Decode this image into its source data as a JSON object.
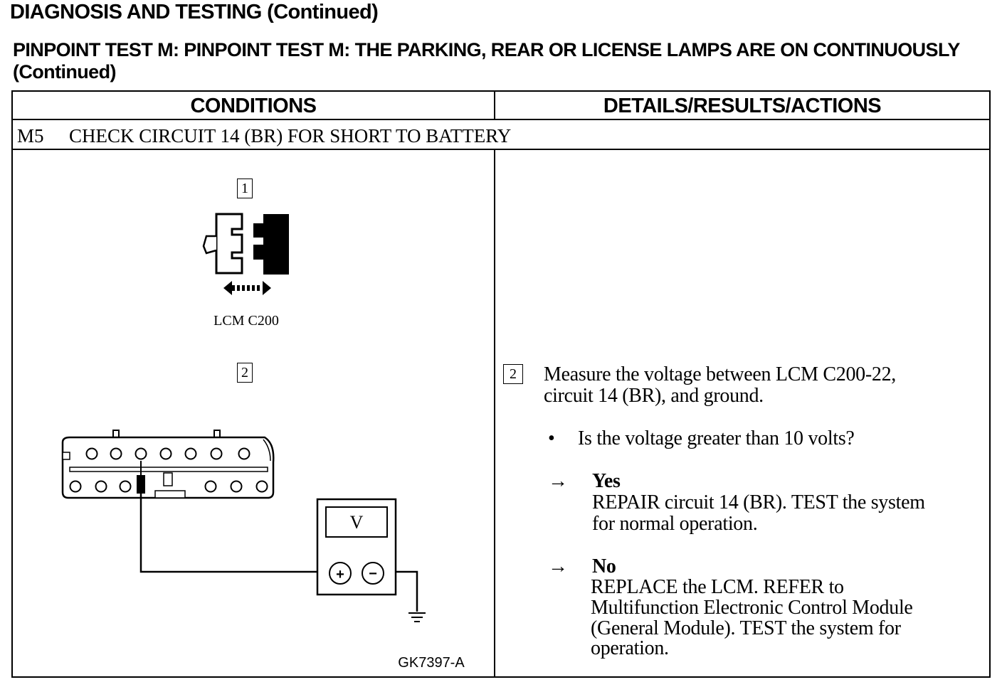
{
  "header": {
    "title": "DIAGNOSIS AND TESTING (Continued)",
    "test_title": "PINPOINT TEST M:  PINPOINT TEST M: THE PARKING, REAR OR LICENSE LAMPS ARE ON CONTINUOUSLY (Continued)"
  },
  "table": {
    "col_conditions": "CONDITIONS",
    "col_details": "DETAILS/RESULTS/ACTIONS",
    "step_id": "M5",
    "step_title": "CHECK CIRCUIT 14 (BR) FOR SHORT TO BATTERY"
  },
  "conditions": {
    "step1_num": "1",
    "connector_label": "LCM C200",
    "step2_num": "2",
    "meter_label": "V",
    "meter_plus": "+",
    "meter_minus": "−",
    "figure_id": "GK7397-A"
  },
  "details": {
    "step_num": "2",
    "instruction_line1": "Measure the voltage between LCM C200-22,",
    "instruction_line2": "circuit 14 (BR), and ground.",
    "bullet": "•",
    "question": "Is the voltage greater than 10 volts?",
    "arrow": "→",
    "yes_label": "Yes",
    "yes_line1": "REPAIR circuit 14 (BR). TEST the system",
    "yes_line2": "for normal operation.",
    "no_label": "No",
    "no_line1": "REPLACE the LCM. REFER to",
    "no_line2": "Multifunction Electronic Control Module",
    "no_line3": "(General Module). TEST the system for",
    "no_line4": "operation."
  }
}
